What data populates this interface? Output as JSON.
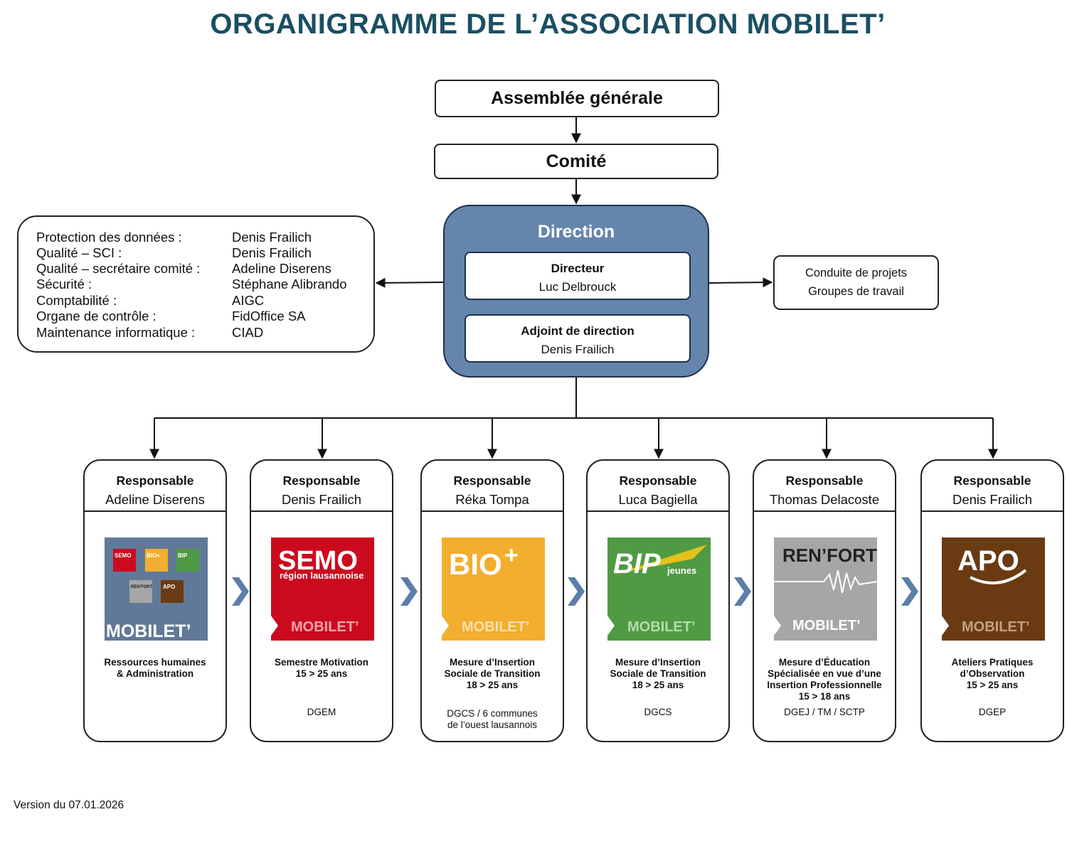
{
  "title": "ORGANIGRAMME DE L’ASSOCIATION MOBILET’",
  "top_boxes": {
    "assembly": "Assemblée générale",
    "committee": "Comité"
  },
  "direction": {
    "title": "Direction",
    "director": {
      "role": "Directeur",
      "name": "Luc Delbrouck"
    },
    "deputy": {
      "role": "Adjoint de direction",
      "name": "Denis Frailich"
    }
  },
  "left_panel": [
    {
      "label": "Protection des données :",
      "value": "Denis Frailich"
    },
    {
      "label": "Qualité – SCI :",
      "value": "Denis Frailich"
    },
    {
      "label": "Qualité – secrétaire comité :",
      "value": "Adeline Diserens"
    },
    {
      "label": "Sécurité :",
      "value": "Stéphane Alibrando"
    },
    {
      "label": "Comptabilité :",
      "value": "AIGC"
    },
    {
      "label": "Organe de contrôle :",
      "value": "FidOffice SA"
    },
    {
      "label": "Maintenance informatique :",
      "value": "CIAD"
    }
  ],
  "right_panel": [
    "Conduite de projets",
    "Groupes de travail"
  ],
  "units": [
    {
      "role": "Responsable",
      "name": "Adeline Diserens",
      "logo": "mobilet-association-logo",
      "logo_text": "MOBILET’",
      "description": [
        "Ressources humaines",
        "& Administration"
      ],
      "funding": [],
      "colors": {
        "bg": "#617998"
      }
    },
    {
      "role": "Responsable",
      "name": "Denis Frailich",
      "logo": "semo-logo",
      "logo_text": "SEMO",
      "logo_sub": "région lausannoise",
      "logo_brand": "MOBILET’",
      "description": [
        "Semestre Motivation",
        "15 > 25 ans"
      ],
      "funding": [
        "DGEM"
      ],
      "colors": {
        "bg": "#cc0a1e"
      }
    },
    {
      "role": "Responsable",
      "name": "Réka Tompa",
      "logo": "bio-plus-logo",
      "logo_text": "BIO",
      "logo_sub": "+",
      "logo_brand": "MOBILET’",
      "description": [
        "Mesure d’Insertion",
        "Sociale de Transition",
        "18 > 25 ans"
      ],
      "funding": [
        "DGCS / 6 communes",
        "de l’ouest lausannois"
      ],
      "colors": {
        "bg": "#f2ae2e"
      }
    },
    {
      "role": "Responsable",
      "name": "Luca Bagiella",
      "logo": "bip-jeunes-logo",
      "logo_text": "BIP",
      "logo_sub": "jeunes",
      "logo_brand": "MOBILET’",
      "description": [
        "Mesure d’Insertion",
        "Sociale de Transition",
        "18 > 25 ans"
      ],
      "funding": [
        "DGCS"
      ],
      "colors": {
        "bg": "#4f9a42"
      }
    },
    {
      "role": "Responsable",
      "name": "Thomas Delacoste",
      "logo": "renfort-logo",
      "logo_text": "REN’FORT",
      "logo_brand": "MOBILET’",
      "description": [
        "Mesure d’Éducation",
        "Spécialisée en vue d’une",
        "Insertion Professionnelle",
        "15 > 18 ans"
      ],
      "funding": [
        "DGEJ / TM / SCTP"
      ],
      "colors": {
        "bg": "#a6a6a6"
      }
    },
    {
      "role": "Responsable",
      "name": "Denis Frailich",
      "logo": "apo-logo",
      "logo_text": "APO",
      "logo_brand": "MOBILET’",
      "description": [
        "Ateliers Pratiques",
        "d’Observation",
        "15 > 25 ans"
      ],
      "funding": [
        "DGEP"
      ],
      "colors": {
        "bg": "#6a3b12"
      }
    }
  ],
  "version": "Version du 07.01.2026",
  "colors": {
    "title": "#1b4f62",
    "direction": "#6585ad",
    "chevron": "#5c7ea8"
  }
}
